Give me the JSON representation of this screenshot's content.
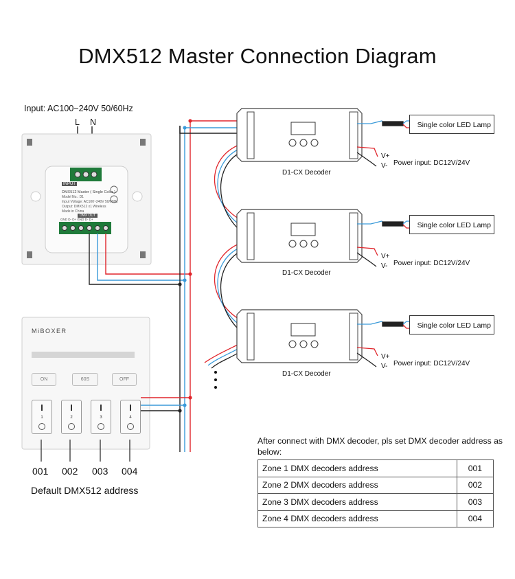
{
  "title": "DMX512 Master Connection Diagram",
  "input_label": "Input: AC100~240V 50/60Hz",
  "terminal_l": "L",
  "terminal_n": "N",
  "master_panel": {
    "input_tag": "INPUT",
    "model_line": "DMX512 Master ( Single Color )",
    "model_no": "Model No.: D1",
    "spec_1": "Input Voltage: AC100~240V 50/60Hz",
    "spec_2": "Output: DMX512 x1 Wireless",
    "spec_3": "Made in China",
    "dmx_out": "DMX OUT",
    "terminals": "GND  D-  D+  GND  D-  D+"
  },
  "keypad": {
    "brand": "MiBOXER",
    "on_label": "ON",
    "mid_label": "60S",
    "off_label": "OFF",
    "zones": [
      "1",
      "2",
      "3",
      "4"
    ]
  },
  "zone_codes": [
    "001",
    "002",
    "003",
    "004"
  ],
  "default_address_label": "Default DMX512 address",
  "decoders": [
    {
      "name": "D1-CX Decoder",
      "lamp": "Single color LED Lamp",
      "power": "Power input: DC12V/24V",
      "vplus": "V+",
      "vminus": "V-"
    },
    {
      "name": "D1-CX Decoder",
      "lamp": "Single color LED Lamp",
      "power": "Power input: DC12V/24V",
      "vplus": "V+",
      "vminus": "V-"
    },
    {
      "name": "D1-CX Decoder",
      "lamp": "Single color LED Lamp",
      "power": "Power input: DC12V/24V",
      "vplus": "V+",
      "vminus": "V-"
    }
  ],
  "note": "After connect with DMX decoder, pls set DMX decoder address as below:",
  "address_table": [
    {
      "zone": "Zone 1 DMX decoders address",
      "value": "001"
    },
    {
      "zone": "Zone 2 DMX decoders address",
      "value": "002"
    },
    {
      "zone": "Zone 3 DMX decoders address",
      "value": "003"
    },
    {
      "zone": "Zone 4 DMX decoders address",
      "value": "004"
    }
  ],
  "colors": {
    "wire_red": "#e0252b",
    "wire_blue": "#3a9ad9",
    "wire_black": "#222222",
    "terminal_green": "#1f7a3a"
  }
}
